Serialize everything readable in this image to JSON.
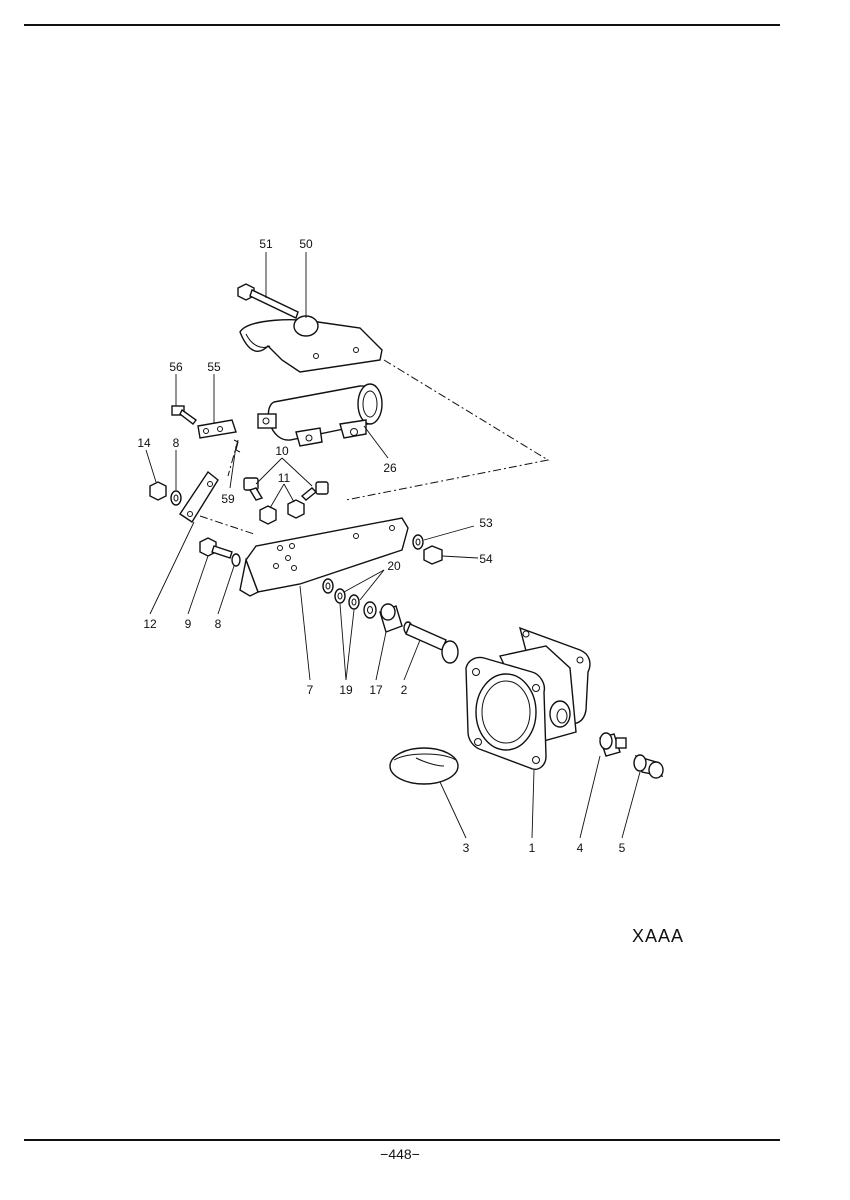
{
  "diagram": {
    "labels": [
      {
        "id": "p51",
        "text": "51"
      },
      {
        "id": "p50",
        "text": "50"
      },
      {
        "id": "p56",
        "text": "56"
      },
      {
        "id": "p55",
        "text": "55"
      },
      {
        "id": "p14",
        "text": "14"
      },
      {
        "id": "p8a",
        "text": "8"
      },
      {
        "id": "p10",
        "text": "10"
      },
      {
        "id": "p26",
        "text": "26"
      },
      {
        "id": "p59",
        "text": "59"
      },
      {
        "id": "p11",
        "text": "11"
      },
      {
        "id": "p53",
        "text": "53"
      },
      {
        "id": "p54",
        "text": "54"
      },
      {
        "id": "p20",
        "text": "20"
      },
      {
        "id": "p12",
        "text": "12"
      },
      {
        "id": "p9",
        "text": "9"
      },
      {
        "id": "p8b",
        "text": "8"
      },
      {
        "id": "p7",
        "text": "7"
      },
      {
        "id": "p19",
        "text": "19"
      },
      {
        "id": "p17",
        "text": "17"
      },
      {
        "id": "p2",
        "text": "2"
      },
      {
        "id": "p3",
        "text": "3"
      },
      {
        "id": "p1",
        "text": "1"
      },
      {
        "id": "p4",
        "text": "4"
      },
      {
        "id": "p5",
        "text": "5"
      }
    ],
    "figure_code": "XAAA"
  },
  "footer": {
    "page_number": "−448−"
  }
}
